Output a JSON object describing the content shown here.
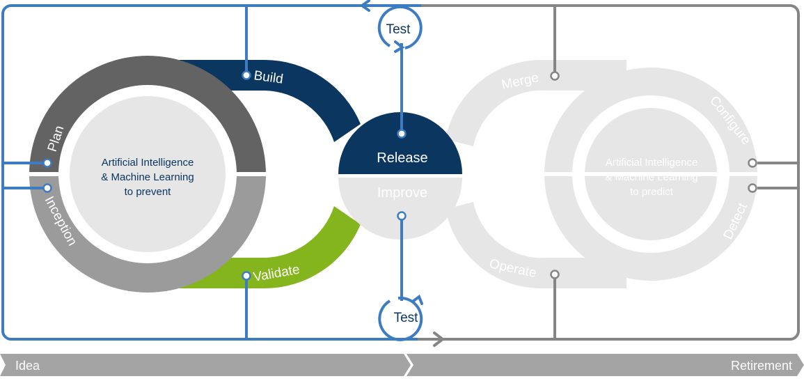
{
  "left_core": {
    "line1": "Artificial Intelligence",
    "line2": "& Machine Learning",
    "line3": "to prevent"
  },
  "right_core": {
    "line1": "Artificial Intelligence",
    "line2": "& Machine Learning",
    "line3": "to predict"
  },
  "stages": {
    "plan": "Plan",
    "inception": "Inception",
    "build": "Build",
    "validate": "Validate",
    "release": "Release",
    "improve": "Improve",
    "merge": "Merge",
    "configure": "Configure",
    "detect": "Detect",
    "operate": "Operate"
  },
  "tests": {
    "top": "Test",
    "bottom": "Test"
  },
  "timeline": {
    "start": "Idea",
    "end": "Retirement"
  },
  "colors": {
    "blue_line": "#3d7cc2",
    "navy": "#0b3660",
    "green": "#84b51c",
    "dark_gray": "#636363",
    "mid_gray": "#9b9b9b",
    "light_gray": "#e6e6e6",
    "gray_line": "#858585",
    "timeline_gray": "#a4a4a4"
  }
}
